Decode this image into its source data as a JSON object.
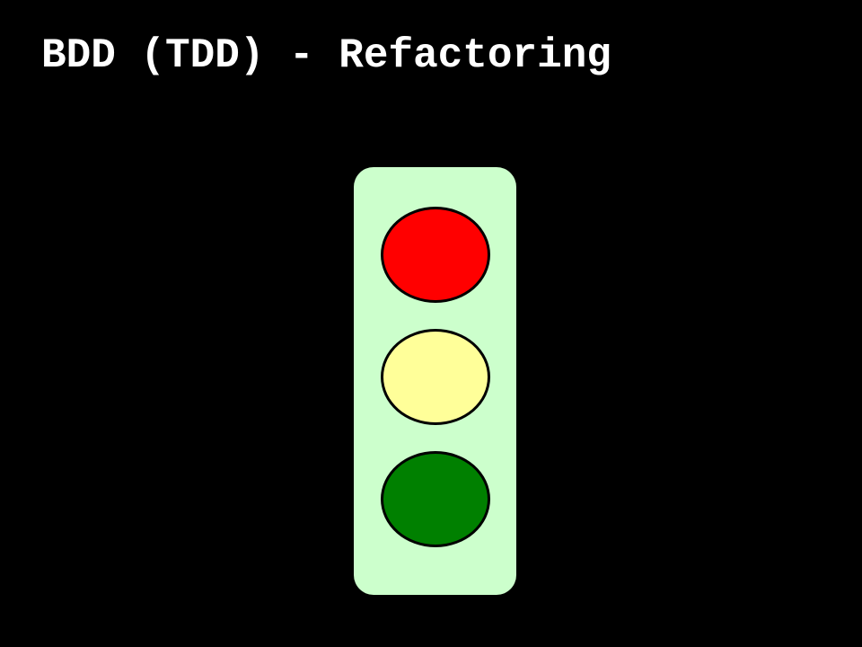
{
  "slide": {
    "title": "BDD (TDD) - Refactoring"
  },
  "colors": {
    "background": "#000000",
    "title_text": "#ffffff",
    "housing": "#ccffcc",
    "red_light": "#ff0000",
    "yellow_light": "#ffff99",
    "green_light": "#008000",
    "lamp_outline": "#000000"
  },
  "traffic_light": {
    "lights": [
      {
        "color_name": "red",
        "color": "#ff0000"
      },
      {
        "color_name": "yellow",
        "color": "#ffff99"
      },
      {
        "color_name": "green",
        "color": "#008000"
      }
    ]
  }
}
